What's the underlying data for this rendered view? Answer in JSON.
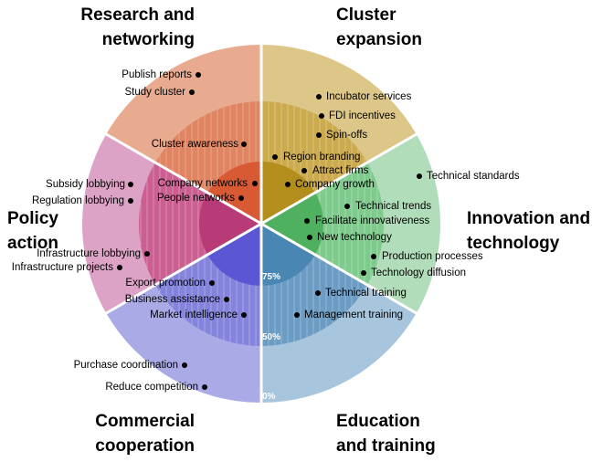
{
  "segments": [
    {
      "key": "research",
      "title_lines": [
        "Research and",
        "networking"
      ],
      "colors": [
        "#dcc788",
        "#ccaa4e",
        "#b48e1c"
      ],
      "items": [
        {
          "label": "Publish reports",
          "level": 95
        },
        {
          "label": "Study cluster",
          "level": 85
        },
        {
          "label": "Cluster awareness",
          "level": 55
        },
        {
          "label": "Company networks",
          "level": 10
        },
        {
          "label": "People networks",
          "level": 8
        }
      ]
    },
    {
      "key": "cluster",
      "title_lines": [
        "Cluster",
        "expansion"
      ],
      "colors": [
        "#b2ddbb",
        "#7fcb8d",
        "#4fb060"
      ],
      "items": [
        {
          "label": "Incubator services",
          "level": 80
        },
        {
          "label": "FDI incentives",
          "level": 70
        },
        {
          "label": "Spin-offs",
          "level": 57
        },
        {
          "label": "Region branding",
          "level": 38
        },
        {
          "label": "Attract firms",
          "level": 28
        },
        {
          "label": "Company growth",
          "level": 18
        }
      ]
    },
    {
      "key": "innovation",
      "title_lines": [
        "Innovation and",
        "technology"
      ],
      "colors": [
        "#a7c6de",
        "#6c9cc4",
        "#4a86b4"
      ],
      "items": [
        {
          "label": "Technical standards",
          "level": 88
        },
        {
          "label": "Technical trends",
          "level": 52
        },
        {
          "label": "Facilitate innovativeness",
          "level": 38
        },
        {
          "label": "New technology",
          "level": 35
        },
        {
          "label": "Production processes",
          "level": 70
        },
        {
          "label": "Technology diffusion",
          "level": 68
        }
      ]
    },
    {
      "key": "education",
      "title_lines": [
        "Education",
        "and training"
      ],
      "colors": [
        "#aaaae6",
        "#8484dc",
        "#5b56d4"
      ],
      "items": [
        {
          "label": "Technical training",
          "level": 45
        },
        {
          "label": "Management training",
          "level": 40
        }
      ]
    },
    {
      "key": "commercial",
      "title_lines": [
        "Commercial",
        "cooperation"
      ],
      "colors": [
        "#dda3c6",
        "#cc5f92",
        "#b83a76"
      ],
      "items": [
        {
          "label": "Export promotion",
          "level": 35
        },
        {
          "label": "Business assistance",
          "level": 28
        },
        {
          "label": "Market intelligence",
          "level": 22
        },
        {
          "label": "Purchase coordination",
          "level": 90
        },
        {
          "label": "Reduce competition",
          "level": 98
        }
      ]
    },
    {
      "key": "policy",
      "title_lines": [
        "Policy",
        "action"
      ],
      "colors": [
        "#e9ab90",
        "#e08462",
        "#d85a35"
      ],
      "items": [
        {
          "label": "Subsidy lobbying",
          "level": 85
        },
        {
          "label": "Regulation lobbying",
          "level": 82
        },
        {
          "label": "Infrastructure lobbying",
          "level": 65
        },
        {
          "label": "Infrastructure projects",
          "level": 75
        }
      ]
    }
  ],
  "scale": {
    "labels": [
      "75%",
      "50%",
      "0%"
    ],
    "values": [
      75,
      50,
      0
    ]
  }
}
